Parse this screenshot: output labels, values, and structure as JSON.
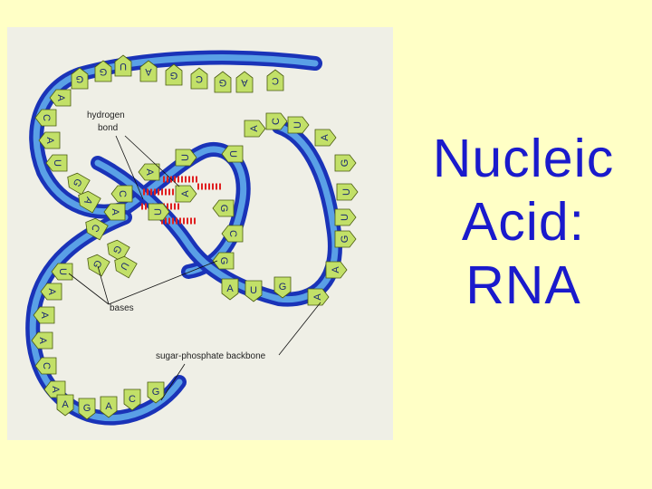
{
  "title_lines": [
    "Nucleic",
    "Acid:",
    "RNA"
  ],
  "colors": {
    "background": "#ffffc6",
    "title": "#1a1acc",
    "backbone_dark": "#1a33b8",
    "backbone_light": "#5aa0e6",
    "base_fill": "#c2e068",
    "hydrogen_bond": "#e02020"
  },
  "labels": {
    "hydrogen_bond": "hydrogen\nbond",
    "bases": "bases",
    "backbone": "sugar-phosphate backbone"
  },
  "bases": {
    "top_row": [
      "G",
      "G",
      "U",
      "A",
      "G",
      "C",
      "G",
      "A",
      "C"
    ],
    "left_upper": [
      "A",
      "C",
      "A",
      "U"
    ],
    "helix_left": [
      "G",
      "A",
      "C",
      "G",
      "G",
      "U"
    ],
    "helix_paired_left": [
      "A",
      "C",
      "A"
    ],
    "helix_paired_right": [
      "U",
      "A",
      "U"
    ],
    "right_loop": [
      "A",
      "C",
      "U",
      "A",
      "G",
      "U",
      "U",
      "G",
      "A",
      "A"
    ],
    "mid_right": [
      "U",
      "G",
      "C",
      "G"
    ],
    "bottom_mid": [
      "A",
      "U",
      "G"
    ],
    "left_lower": [
      "U",
      "A",
      "A",
      "A",
      "C",
      "A"
    ],
    "bottom_row": [
      "A",
      "G",
      "A",
      "C",
      "G"
    ]
  }
}
